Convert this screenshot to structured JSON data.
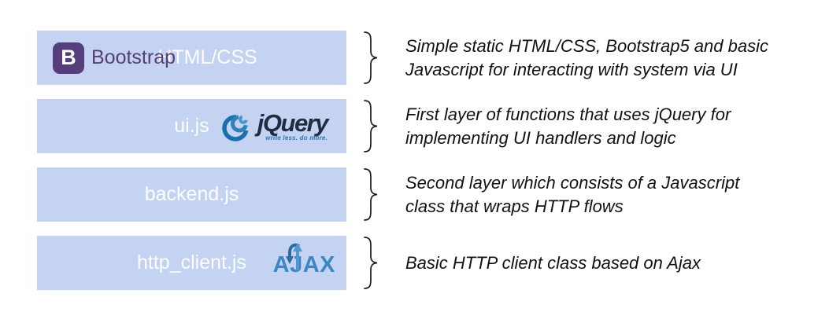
{
  "colors": {
    "bar_background": "#c4d3f1",
    "bar_label_text": "#fdfdfd",
    "bootstrap_purple": "#563d7c",
    "jquery_dark": "#1b2f40",
    "jquery_tagline_blue": "#2a79ae",
    "ajax_blue": "#3d86c5",
    "description_text": "#111111"
  },
  "logos": {
    "bootstrap": {
      "letter": "B",
      "text": "Bootstrap"
    },
    "jquery": {
      "text": "jQuery",
      "tagline": "write less. do more."
    },
    "ajax": {
      "text": "AJAX"
    }
  },
  "layers": [
    {
      "label": "HTML/CSS",
      "desc_line1": "Simple static HTML/CSS, Bootstrap5 and basic",
      "desc_line2": "Javascript for interacting with system via UI"
    },
    {
      "label": "ui.js",
      "desc_line1": "First layer of functions that uses jQuery for",
      "desc_line2": "implementing UI handlers and logic"
    },
    {
      "label": "backend.js",
      "desc_line1": "Second layer which consists of a Javascript",
      "desc_line2": "class that wraps HTTP flows"
    },
    {
      "label": "http_client.js",
      "desc_line1": "Basic HTTP client class based on Ajax",
      "desc_line2": ""
    }
  ]
}
